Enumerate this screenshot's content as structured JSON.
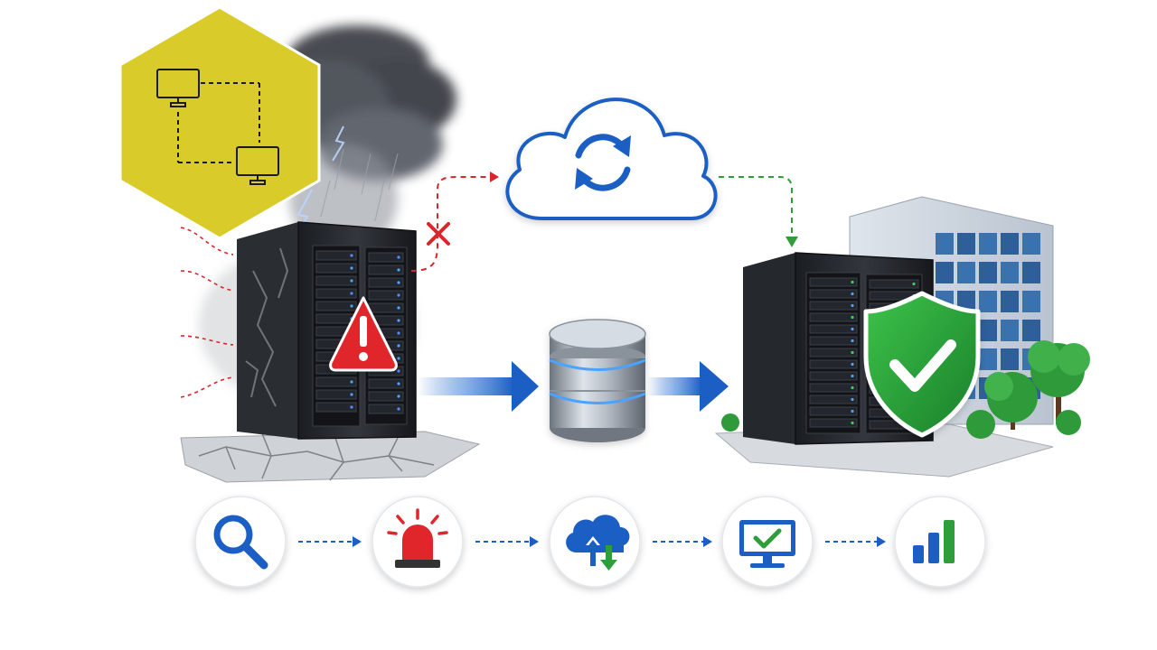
{
  "diagram": {
    "nodes": [
      {
        "id": "network-topology",
        "icon": "network-topology-icon"
      },
      {
        "id": "failed-site",
        "icon": "damaged-server-rack-icon",
        "status": "failure",
        "badge": "warning-triangle-icon"
      },
      {
        "id": "cloud-sync",
        "icon": "cloud-sync-icon"
      },
      {
        "id": "backup-database",
        "icon": "database-icon"
      },
      {
        "id": "recovery-site",
        "icon": "server-rack-with-building-icon",
        "status": "protected",
        "badge": "shield-check-icon"
      }
    ],
    "links": [
      {
        "from": "failed-site",
        "to": "cloud-sync",
        "style": "dashed",
        "state": "broken"
      },
      {
        "from": "cloud-sync",
        "to": "recovery-site",
        "style": "dashed",
        "state": "active"
      },
      {
        "from": "failed-site",
        "to": "backup-database",
        "style": "solid-arrow"
      },
      {
        "from": "backup-database",
        "to": "recovery-site",
        "style": "solid-arrow"
      }
    ],
    "process_steps": [
      {
        "icon": "magnifier-icon"
      },
      {
        "icon": "alarm-siren-icon"
      },
      {
        "icon": "cloud-upload-download-icon"
      },
      {
        "icon": "monitor-check-icon"
      },
      {
        "icon": "bar-chart-icon"
      }
    ]
  },
  "colors": {
    "hexagon": "#D9CB2A",
    "alert_red": "#E0262B",
    "dashed_red": "#D8262B",
    "dashed_green": "#2E9E3A",
    "primary_blue": "#1C5FC4",
    "shield_green": "#2DA53A",
    "storm_gray": "#4A4F57"
  }
}
